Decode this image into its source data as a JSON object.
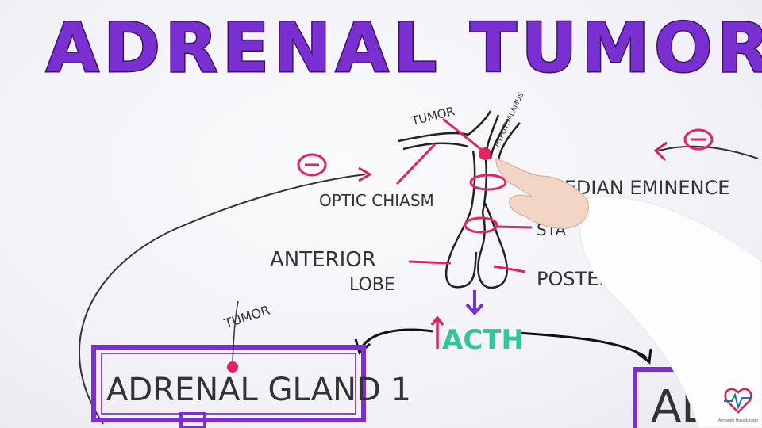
{
  "title": "ADRENAL TUMORS",
  "labels": {
    "tumor_top": "TUMOR",
    "hypothalamus": "HYPOTHALAMUS",
    "optic_chiasm": "OPTIC CHIASM",
    "median_eminence": "MEDIAN EMINENCE",
    "stalk": "STA",
    "anterior_1": "ANTERIOR",
    "anterior_2": "LOBE",
    "posterior": "POSTERI",
    "acth": "ACTH",
    "tumor_left": "TUMOR",
    "adrenal_gland_1": "ADRENAL GLAND 1",
    "adrenal_right": "ADRE",
    "minus_left": "−",
    "minus_right": "−"
  },
  "logo": {
    "text": "Armando Hasudungan"
  },
  "colors": {
    "title": "#7a2fd0",
    "box": "#7a2fd0",
    "marker_red": "#e0245e",
    "acth_green": "#2fc79a",
    "ink": "#333333"
  }
}
